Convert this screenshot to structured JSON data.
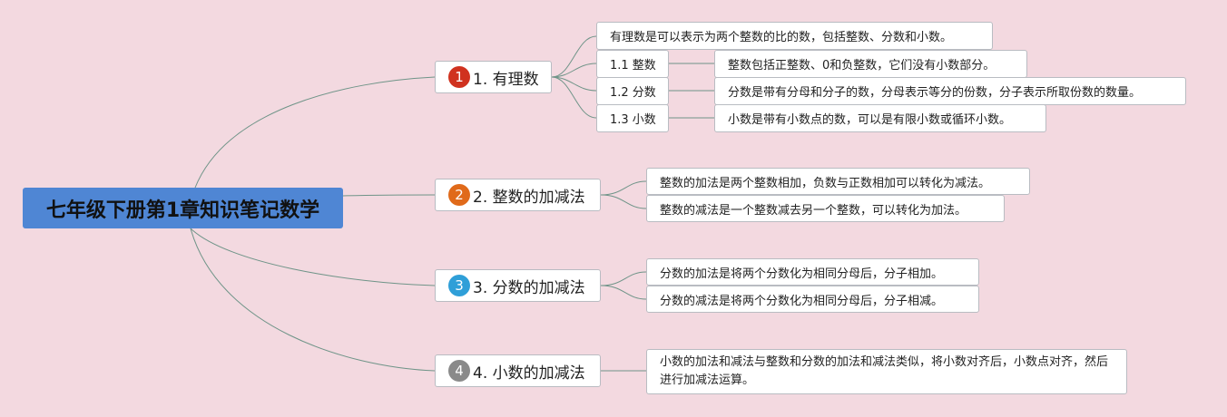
{
  "root": {
    "label": "七年级下册第1章知识笔记数学",
    "color": "#4f86d4"
  },
  "branches": [
    {
      "number": "1",
      "label": "1. 有理数",
      "badge_color": "#d0321f",
      "items": [
        {
          "text": "有理数是可以表示为两个整数的比的数，包括整数、分数和小数。"
        },
        {
          "label": "1.1 整数",
          "text": "整数包括正整数、0和负整数，它们没有小数部分。"
        },
        {
          "label": "1.2 分数",
          "text": "分数是带有分母和分子的数，分母表示等分的份数，分子表示所取份数的数量。"
        },
        {
          "label": "1.3 小数",
          "text": "小数是带有小数点的数，可以是有限小数或循环小数。"
        }
      ]
    },
    {
      "number": "2",
      "label": "2. 整数的加减法",
      "badge_color": "#e06a1a",
      "items": [
        {
          "text": "整数的加法是两个整数相加，负数与正数相加可以转化为减法。"
        },
        {
          "text": "整数的减法是一个整数减去另一个整数，可以转化为加法。"
        }
      ]
    },
    {
      "number": "3",
      "label": "3. 分数的加减法",
      "badge_color": "#2f9fd8",
      "items": [
        {
          "text": "分数的加法是将两个分数化为相同分母后，分子相加。"
        },
        {
          "text": "分数的减法是将两个分数化为相同分母后，分子相减。"
        }
      ]
    },
    {
      "number": "4",
      "label": "4. 小数的加减法",
      "badge_color": "#8a8a8a",
      "items": [
        {
          "text": "小数的加法和减法与整数和分数的加法和减法类似，将小数对齐后，小数点对齐，然后进行加减法运算。"
        }
      ]
    }
  ],
  "colors": {
    "background": "#f3d9e0",
    "connector": "#6f9488"
  }
}
